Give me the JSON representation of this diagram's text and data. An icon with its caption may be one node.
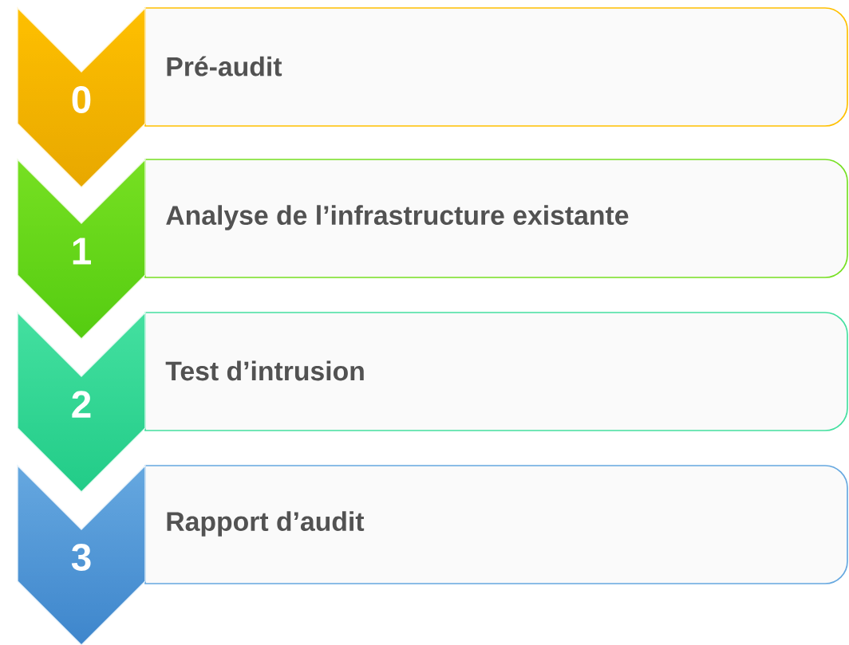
{
  "diagram": {
    "nodes": [
      {
        "text": [
          "0"
        ]
      },
      {
        "text": [
          "Pré-audit"
        ]
      },
      {
        "text": [
          "1"
        ]
      },
      {
        "text": [
          "Analyse de l’infrastructure existante"
        ]
      },
      {
        "text": [
          "2"
        ]
      },
      {
        "text": [
          "Test d’intrusion"
        ]
      },
      {
        "text": [
          "3"
        ]
      },
      {
        "text": [
          "Rapport d’audit"
        ]
      }
    ]
  }
}
